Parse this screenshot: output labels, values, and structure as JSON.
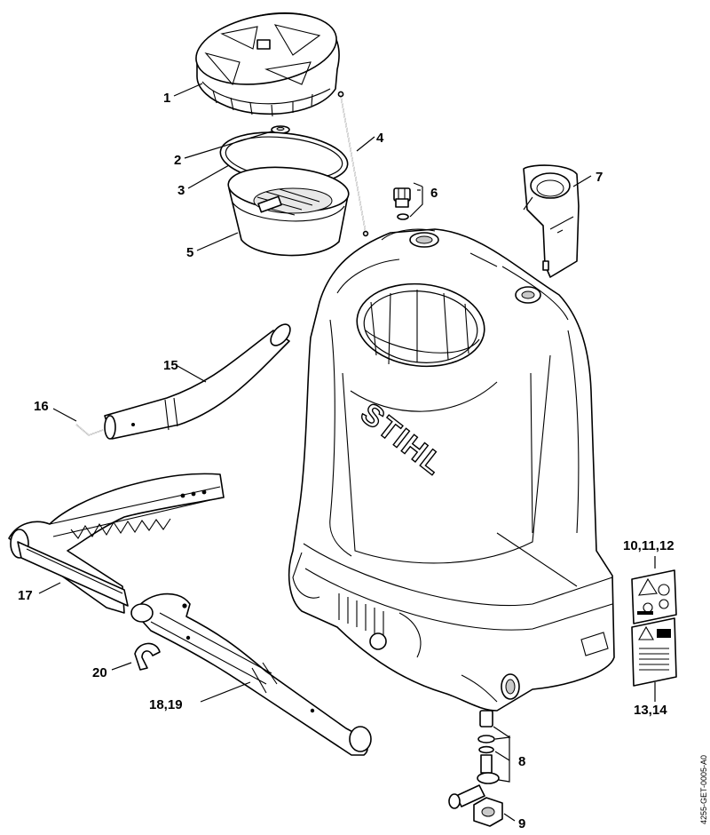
{
  "drawing_code": "4255-GET-0005-A0",
  "brand": "STIHL",
  "callouts": {
    "c1": "1",
    "c2": "2",
    "c3": "3",
    "c4": "4",
    "c5": "5",
    "c6": "6",
    "c7": "7",
    "c8": "8",
    "c9": "9",
    "c10_12": "10,11,12",
    "c13_14": "13,14",
    "c15": "15",
    "c16": "16",
    "c17": "17",
    "c18_19": "18,19",
    "c20": "20"
  }
}
